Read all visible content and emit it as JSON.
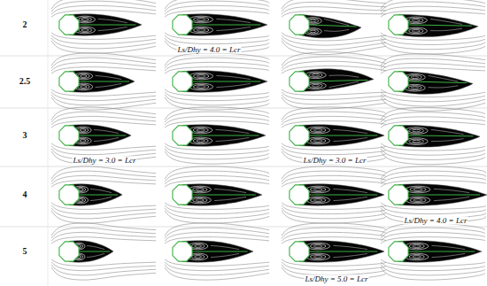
{
  "diagram": {
    "labels": [
      "2",
      "Ls/Dhy = 4.0 = Lcr",
      "2.5",
      "3",
      "Ls/Dhy = 3.0 = Lcr",
      "Ls/Dhy = 3.0 = Lcr",
      "4",
      "Ls/Dhy = 4.0 = Lcr",
      "5",
      "Ls/Dhy = 5.0 = Lcr"
    ]
  }
}
